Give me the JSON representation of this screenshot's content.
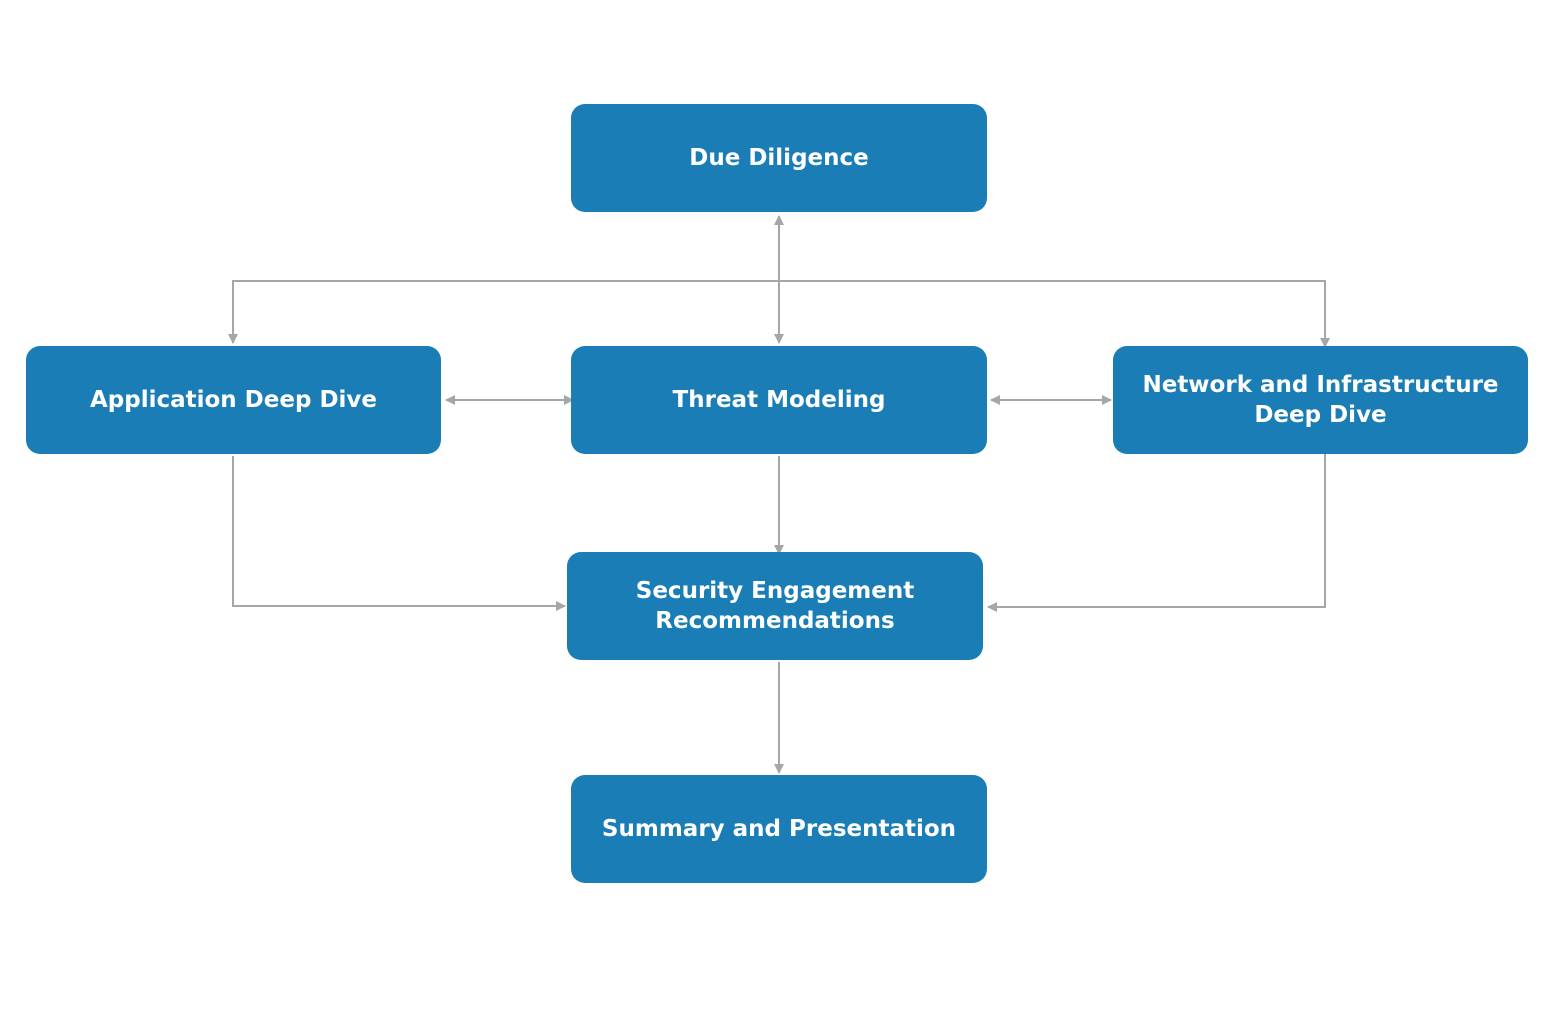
{
  "diagram": {
    "colors": {
      "node_fill": "#1a7db5",
      "node_text": "#ffffff",
      "connector": "#a6a6a6"
    },
    "nodes": {
      "due_diligence": "Due Diligence",
      "application_deep_dive": "Application Deep Dive",
      "threat_modeling": "Threat Modeling",
      "network_infrastructure": "Network and Infrastructure\nDeep Dive",
      "security_recommendations": "Security Engagement\nRecommendations",
      "summary_presentation": "Summary and Presentation"
    },
    "edges": [
      {
        "from": "due_diligence",
        "to": "threat_modeling",
        "direction": "both"
      },
      {
        "from": "due_diligence",
        "to": "application_deep_dive",
        "direction": "forward"
      },
      {
        "from": "due_diligence",
        "to": "network_infrastructure",
        "direction": "forward"
      },
      {
        "from": "application_deep_dive",
        "to": "threat_modeling",
        "direction": "both"
      },
      {
        "from": "threat_modeling",
        "to": "network_infrastructure",
        "direction": "both"
      },
      {
        "from": "threat_modeling",
        "to": "security_recommendations",
        "direction": "forward"
      },
      {
        "from": "application_deep_dive",
        "to": "security_recommendations",
        "direction": "forward"
      },
      {
        "from": "network_infrastructure",
        "to": "security_recommendations",
        "direction": "forward"
      },
      {
        "from": "security_recommendations",
        "to": "summary_presentation",
        "direction": "forward"
      }
    ]
  }
}
